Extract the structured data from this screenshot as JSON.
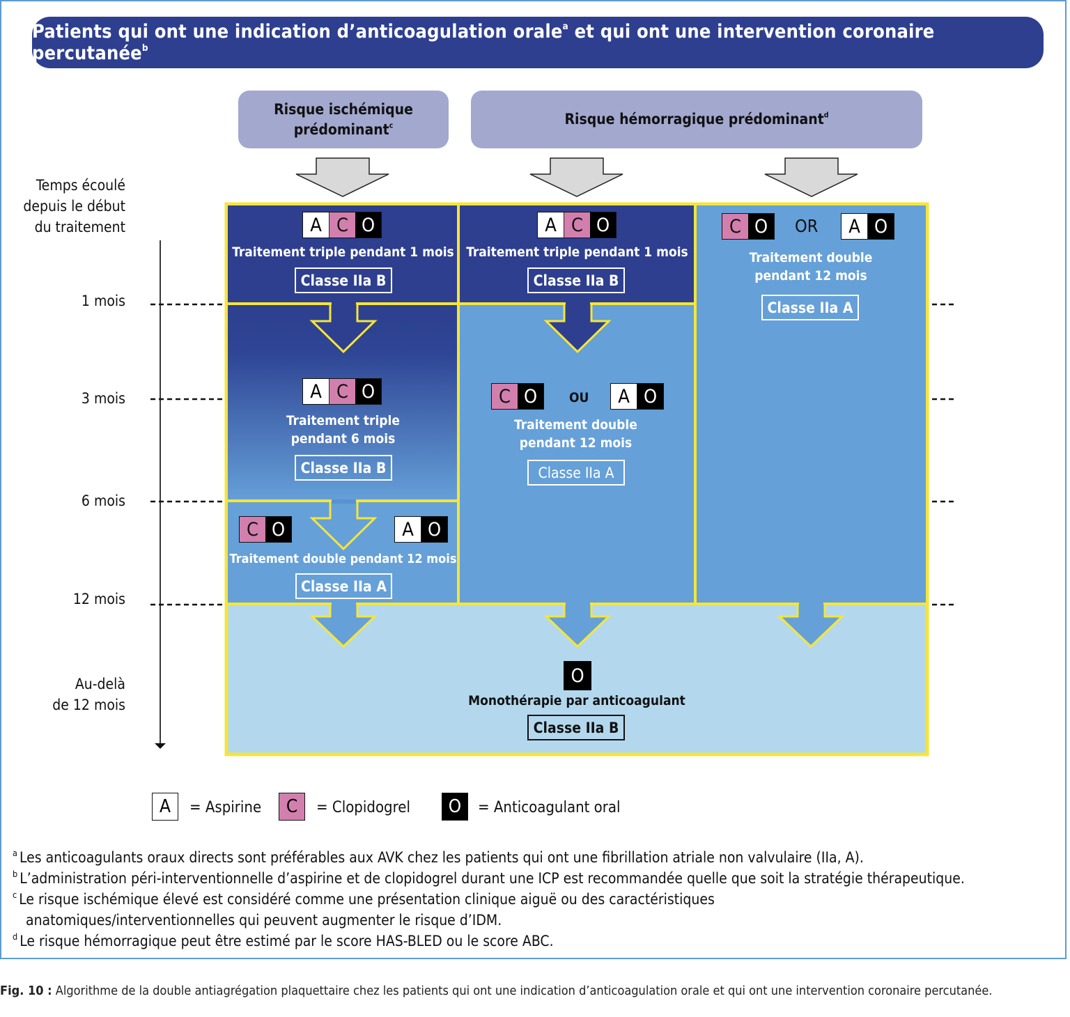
{
  "title": {
    "text": "Patients qui ont une indication d’anticoagulation orale",
    "sup1": "a",
    "text2": " et qui ont une intervention coronaire percutanée",
    "sup2": "b"
  },
  "risks": {
    "ischemic": {
      "line1": "Risque ischémique",
      "line2": "prédominant",
      "sup": "c"
    },
    "hemorrhagic": {
      "text": "Risque hémorragique prédominant",
      "sup": "d"
    }
  },
  "axis": {
    "heading": [
      "Temps écoulé",
      "depuis le début",
      "du traitement"
    ],
    "ticks": [
      "1 mois",
      "3 mois",
      "6 mois",
      "12 mois"
    ],
    "beyond": [
      "Au-delà",
      "de 12 mois"
    ]
  },
  "drugs": {
    "A": "A",
    "C": "C",
    "O": "O"
  },
  "columns": {
    "col1": {
      "phase1": {
        "label": "Traitement triple pendant 1 mois",
        "class": "Classe IIa B"
      },
      "phase2": {
        "label1": "Traitement triple",
        "label2": "pendant 6 mois",
        "class": "Classe IIa B"
      },
      "phase3": {
        "label": "Traitement double pendant 12 mois",
        "class": "Classe IIa A"
      }
    },
    "col2": {
      "phase1": {
        "label": "Traitement triple pendant 1 mois",
        "class": "Classe IIa B"
      },
      "phase2": {
        "or": "OU",
        "label1": "Traitement double",
        "label2": "pendant 12 mois",
        "class": "Classe IIa A"
      }
    },
    "col3": {
      "phase1": {
        "or": "OR",
        "label1": "Traitement double",
        "label2": "pendant 12 mois",
        "class": "Classe IIa A"
      }
    }
  },
  "bottom": {
    "label": "Monothérapie par anticoagulant",
    "class": "Classe IIa B"
  },
  "legend": [
    {
      "key": "A",
      "text": "= Aspirine"
    },
    {
      "key": "C",
      "text": "= Clopidogrel"
    },
    {
      "key": "O",
      "text": "= Anticoagulant oral"
    }
  ],
  "footnotes": [
    {
      "mark": "a",
      "text": "Les anticoagulants oraux directs sont préférables aux AVK chez les patients qui ont une fibrillation atriale non valvulaire (IIa, A)."
    },
    {
      "mark": "b",
      "text": "L’administration péri-interventionnelle d’aspirine et de clopidogrel durant une ICP est recommandée quelle que soit la stratégie thérapeutique."
    },
    {
      "mark": "c",
      "text": "Le risque ischémique élevé est considéré comme une présentation clinique aiguë ou des caractéristiques"
    },
    {
      "mark": "",
      "text": "anatomiques/interventionnelles qui peuvent augmenter le risque d’IDM."
    },
    {
      "mark": "d",
      "text": "Le risque hémorragique peut être estimé par le score HAS-BLED ou le score ABC."
    }
  ],
  "caption": {
    "label": "Fig. 10 :",
    "text": " Algorithme de la double antiagrégation plaquettaire chez les patients qui ont une indication d’anticoagulation orale et qui ont une intervention coronaire percutanée."
  },
  "colors": {
    "dark_blue": "#2e3f8f",
    "mid_blue": "#65a0d8",
    "light_blue": "#b3d8ee",
    "yellow": "#f5e53a",
    "risk_box": "#a3a8cf",
    "clopidogrel_pink": "#d37fae"
  }
}
